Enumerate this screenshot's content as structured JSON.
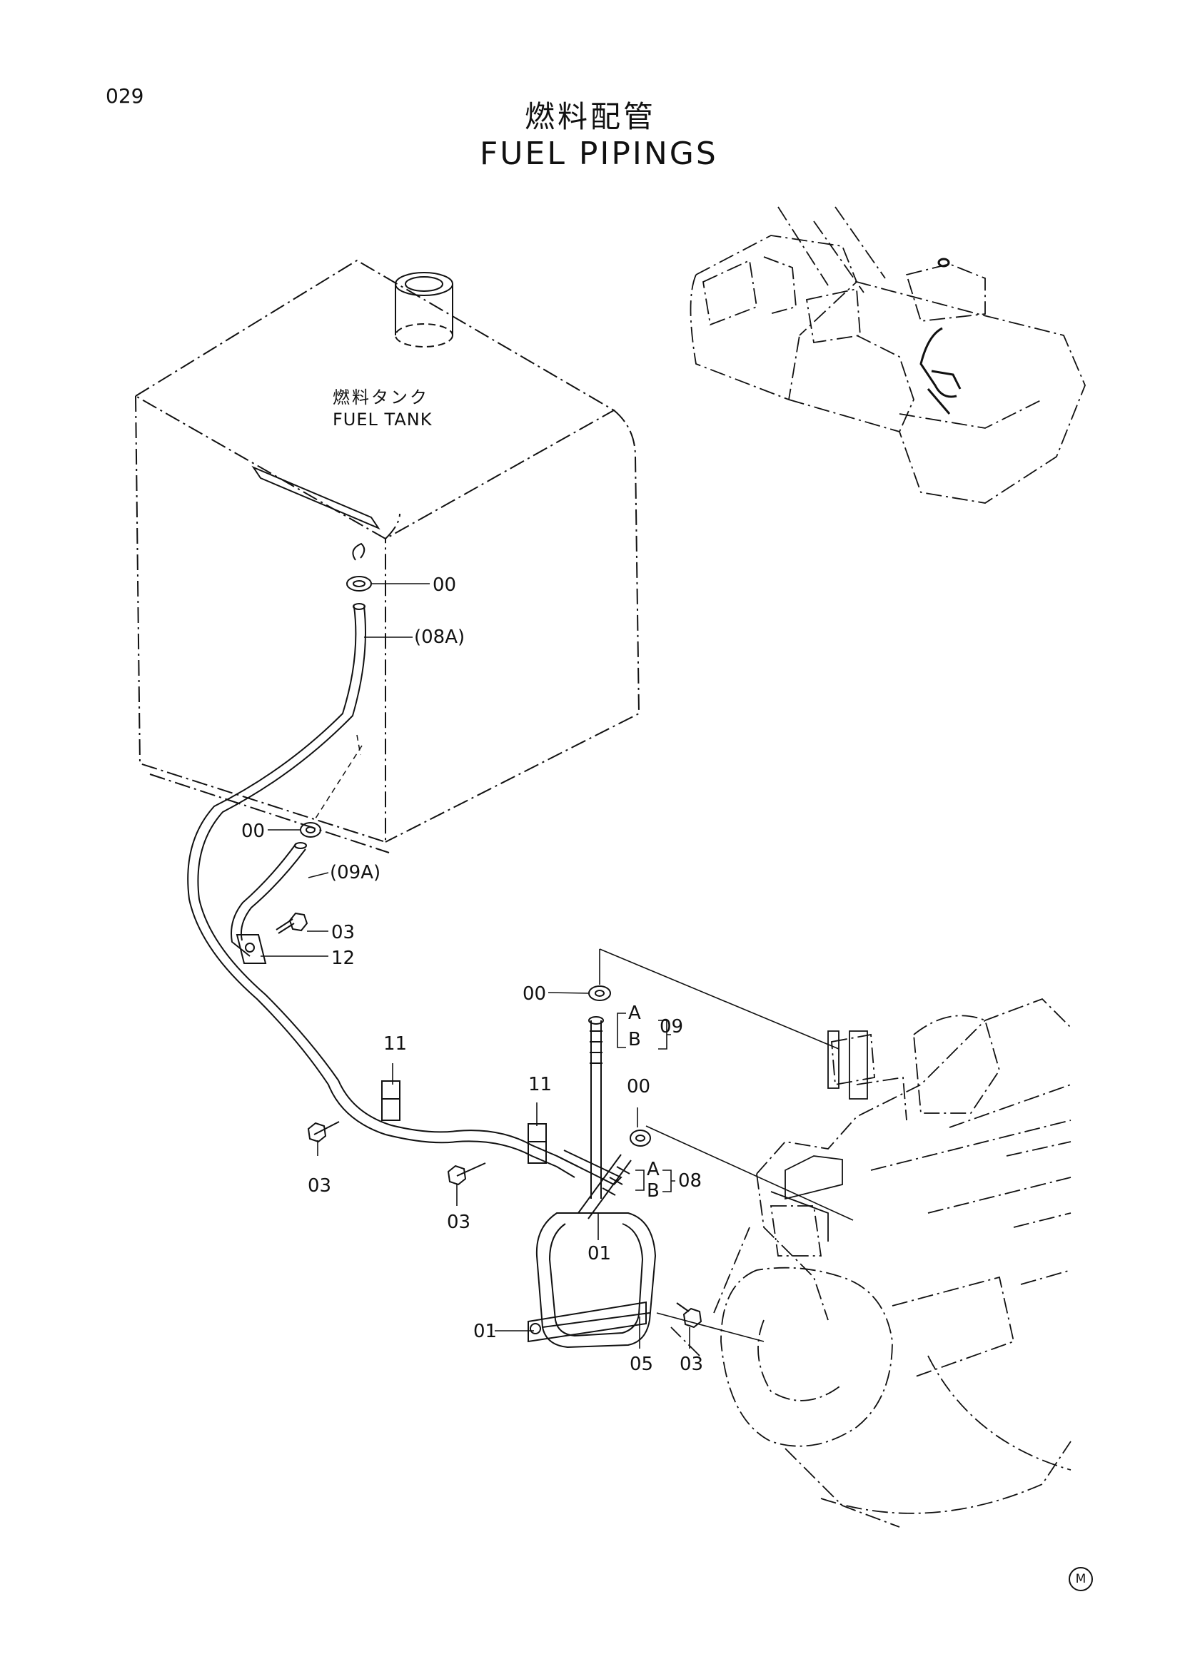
{
  "header": {
    "page_number": "029",
    "title_ja": "燃料配管",
    "title_en": "FUEL PIPINGS"
  },
  "tank": {
    "label_ja": "燃料タンク",
    "label_en": "FUEL TANK"
  },
  "callouts": {
    "c00_top": "00",
    "c08A": "(08A)",
    "c00_mid": "00",
    "c09A": "(09A)",
    "c03_upper": "03",
    "c12": "12",
    "c00_engine": "00",
    "c09_A": "A",
    "c09_B": "B",
    "c09": "09",
    "c11_left": "11",
    "c11_right": "11",
    "c00_right": "00",
    "c08_A": "A",
    "c08_B": "B",
    "c08": "08",
    "c03_left": "03",
    "c03_mid": "03",
    "c01_top": "01",
    "c01_left": "01",
    "c05": "05",
    "c03_right": "03"
  },
  "footer": {
    "mark": "M"
  },
  "colors": {
    "ink": "#111111",
    "paper": "#ffffff"
  }
}
